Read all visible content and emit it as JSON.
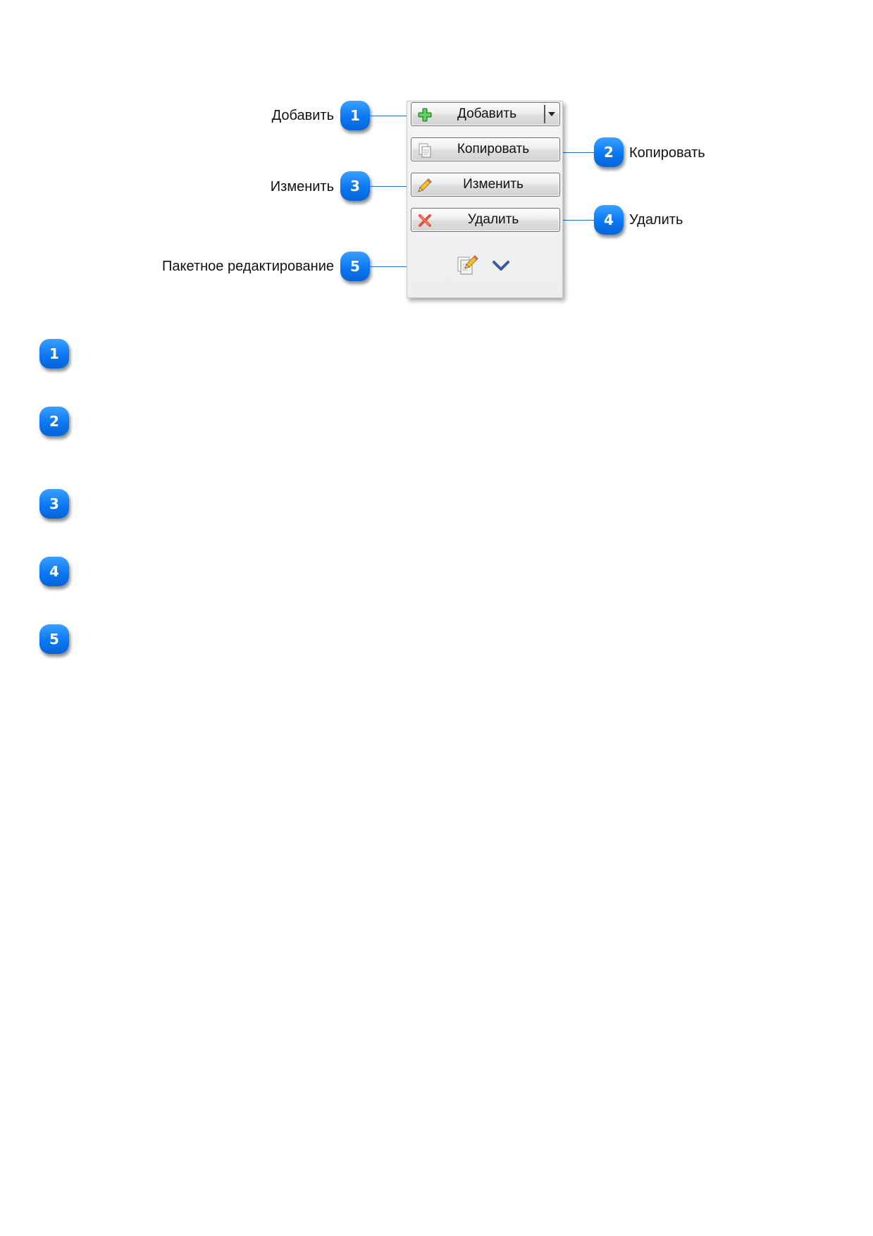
{
  "panel": {
    "buttons": [
      {
        "label": "Добавить",
        "icon": "plus-icon",
        "has_dropdown": true
      },
      {
        "label": "Копировать",
        "icon": "copy-icon"
      },
      {
        "label": "Изменить",
        "icon": "pencil-icon"
      },
      {
        "label": "Удалить",
        "icon": "delete-x-icon"
      }
    ],
    "batch_edit_icons": [
      "batch-edit-icon",
      "chevron-down-icon"
    ]
  },
  "callouts": [
    {
      "number": "1",
      "label": "Добавить"
    },
    {
      "number": "2",
      "label": "Копировать"
    },
    {
      "number": "3",
      "label": "Изменить"
    },
    {
      "number": "4",
      "label": "Удалить"
    },
    {
      "number": "5",
      "label": "Пакетное редактирование"
    }
  ],
  "legend": [
    {
      "number": "1"
    },
    {
      "number": "2"
    },
    {
      "number": "3"
    },
    {
      "number": "4"
    },
    {
      "number": "5"
    }
  ],
  "colors": {
    "badge": "#0a78f5",
    "connector": "#1f6fc7",
    "plus": "#3cb043",
    "delete": "#e5533d",
    "chevron": "#3b5aa0"
  }
}
